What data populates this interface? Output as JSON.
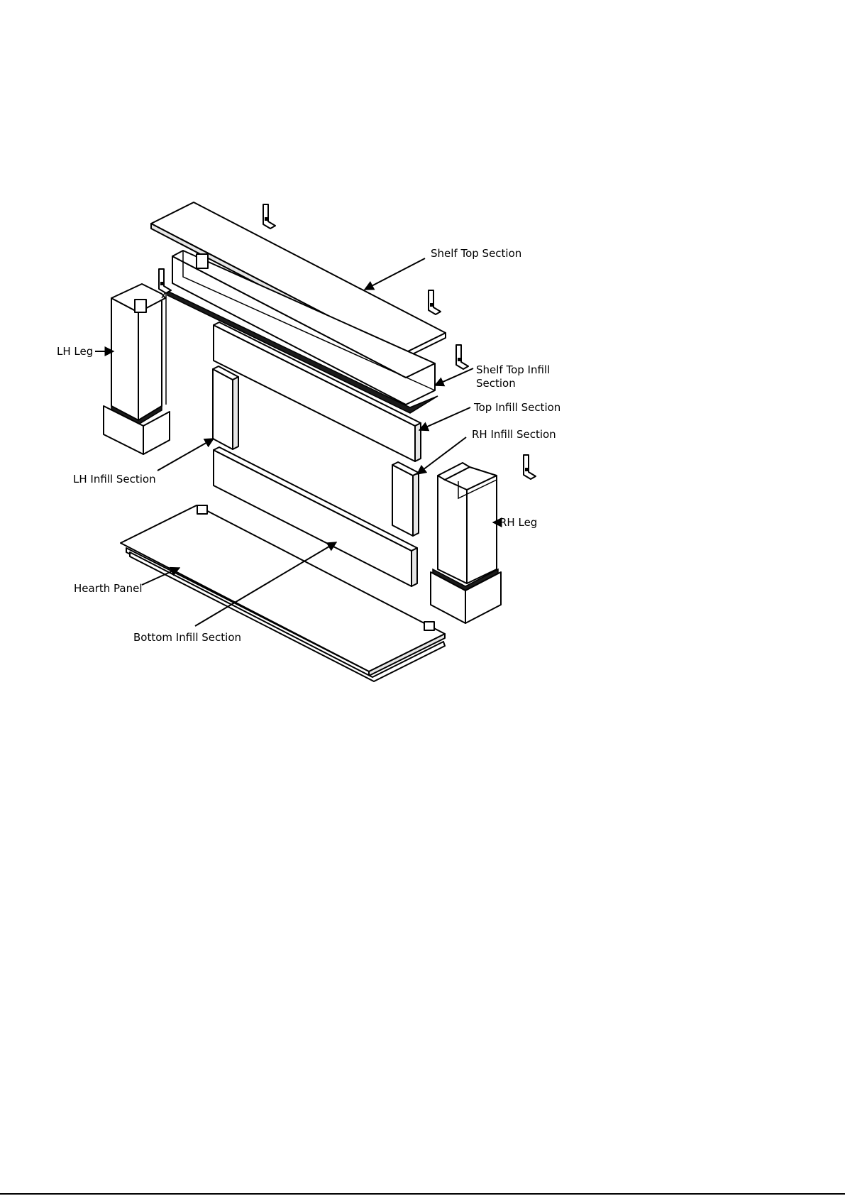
{
  "labels": {
    "shelf_top_section": "Shelf Top Section",
    "lh_leg": "LH Leg",
    "shelf_top_infill_line1": "Shelf Top Infill",
    "shelf_top_infill_line2": "Section",
    "top_infill_section": "Top Infill Section",
    "rh_infill_section": "RH Infill Section",
    "lh_infill_section": "LH Infill Section",
    "rh_leg": "RH Leg",
    "hearth_panel": "Hearth Panel",
    "bottom_infill_section": "Bottom Infill Section"
  }
}
